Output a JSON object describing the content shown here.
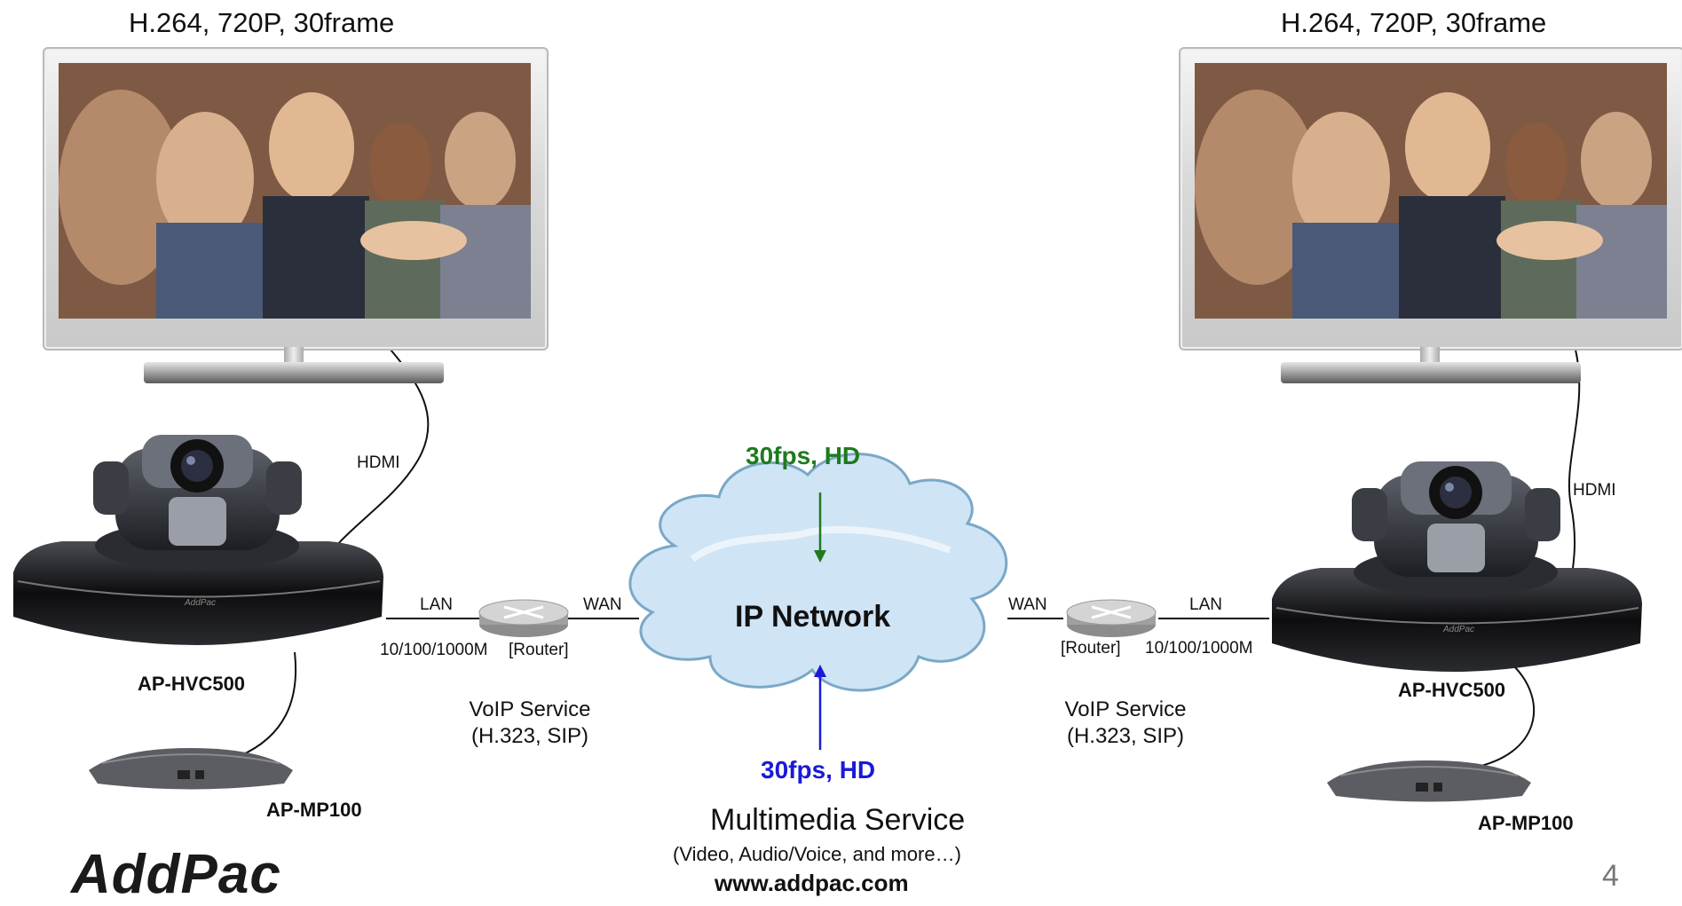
{
  "slide": {
    "left_format": "H.264, 720P, 30frame",
    "right_format": "H.264, 720P, 30frame",
    "hdmi_left": "HDMI",
    "hdmi_right": "HDMI",
    "lan_left": "LAN",
    "wan_left": "WAN",
    "wan_right": "WAN",
    "lan_right": "LAN",
    "speed_left": "10/100/1000M",
    "router_left": "[Router]",
    "router_right": "[Router]",
    "speed_right": "10/100/1000M",
    "device_left": "AP-HVC500",
    "device_right": "AP-HVC500",
    "mic_left": "AP-MP100",
    "mic_right": "AP-MP100",
    "voip_left_1": "VoIP Service",
    "voip_left_2": "(H.323, SIP)",
    "voip_right_1": "VoIP Service",
    "voip_right_2": "(H.323, SIP)",
    "cloud": "IP Network",
    "top_stream": "30fps, HD",
    "bottom_stream": "30fps, HD",
    "multimedia": "Multimedia Service",
    "multimedia_sub": "(Video, Audio/Voice, and more…)",
    "website": "www.addpac.com",
    "brand": "AddPac",
    "page_number": "4"
  },
  "colors": {
    "top_stream": "#1f7a1f",
    "bottom_stream": "#1a1ad6",
    "cloud_fill": "#cfe4f5",
    "cloud_stroke": "#7aa8c8"
  }
}
